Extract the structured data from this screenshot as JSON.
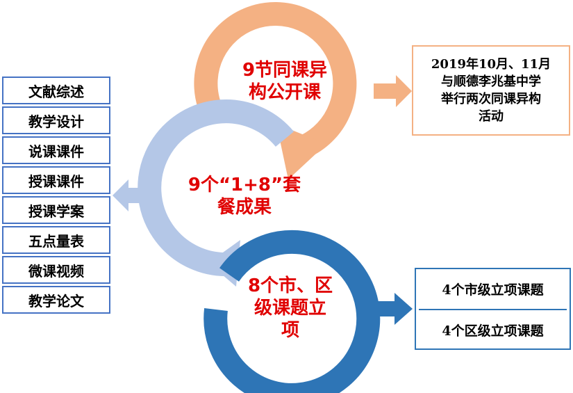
{
  "circles": {
    "top": {
      "lines": [
        "9节同课异",
        "构公开课"
      ],
      "color": "#f4b183"
    },
    "middle": {
      "lines": [
        "9个“1+8”套",
        "餐成果"
      ],
      "color": "#b4c7e7"
    },
    "bottom": {
      "lines": [
        "8个市、区",
        "级课题立",
        "项"
      ],
      "color": "#2e75b6"
    }
  },
  "left_list": {
    "items": [
      "文献综述",
      "教学设计",
      "说课课件",
      "授课课件",
      "授课学案",
      "五点量表",
      "微课视频",
      "教学论文"
    ]
  },
  "top_box": {
    "lines": [
      "2019年10月、11月",
      "与顺德李兆基中学",
      "举行两次同课异构",
      "活动"
    ]
  },
  "right_list": {
    "items": [
      "4个市级立项课题",
      "4个区级立项课题"
    ]
  },
  "colors": {
    "label_red": "#e00000",
    "orange_arrow": "#f4b183",
    "light_blue_arrow": "#b4c7e7",
    "dark_blue_arrow": "#2e75b6",
    "box_border_blue": "#4472c4"
  }
}
